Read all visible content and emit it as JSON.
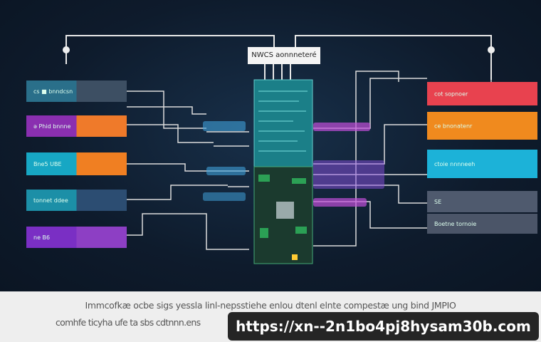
{
  "diagram": {
    "top_label": "NWCS aonnneteré",
    "left_panels": [
      {
        "text": "cs ■ bnndcsn",
        "colors": [
          "#2a6f8a",
          "#3d4f63"
        ]
      },
      {
        "text": "ə Phid  bnnne",
        "colors": [
          "#8a2fb0",
          "#ef7a2a"
        ]
      },
      {
        "text": "Bne5  UBE",
        "colors": [
          "#17a7c4",
          "#f07f22"
        ]
      },
      {
        "text": "tonnet  ddee",
        "colors": [
          "#1c8fa7",
          "#2c4d72"
        ]
      },
      {
        "text": "ne  B6",
        "colors": [
          "#7a2fc4",
          "#8d3fc4"
        ]
      }
    ],
    "right_panels": [
      {
        "text": "cot  sopnoer",
        "colors": [
          "#e8424f",
          "#e8424f"
        ]
      },
      {
        "text": "ce  bnonatenr",
        "colors": [
          "#f08a1e",
          "#f08a1e"
        ]
      },
      {
        "text": "ctoie  nnnneeh",
        "colors": [
          "#1cb2d8",
          "#1cb2d8"
        ]
      },
      {
        "text": "SE",
        "colors": [
          "#4f5a6e",
          "#4f5a6e"
        ]
      },
      {
        "text": "Boetne  tornoie",
        "colors": [
          "#4b5568",
          "#4b5568"
        ]
      }
    ]
  },
  "caption": {
    "line1": "Immcofkæ ocbe sigs yessla linl-nepsstiehe enlou dtenl elnte compestæ ung bind JMPIO",
    "line2": "comhfe ticyha ufe ta sbs cdtnnn.ens"
  },
  "watermark_url": "https://xn--2n1bo4pj8hysam30b.com"
}
